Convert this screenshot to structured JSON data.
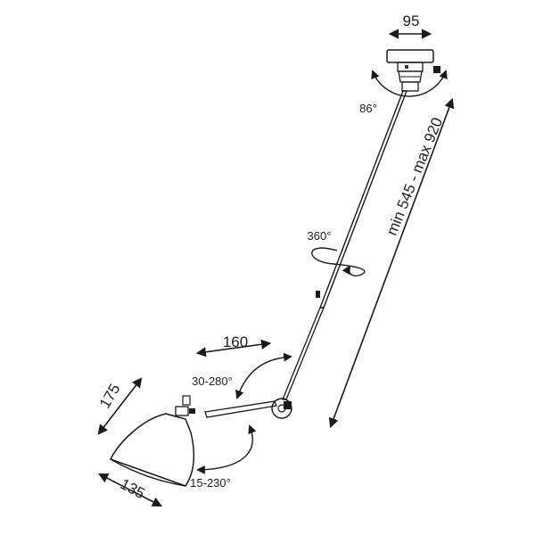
{
  "dimensions": {
    "canopy_width": "95",
    "arm_length": "160",
    "shade_height": "175",
    "shade_diameter": "135",
    "rod_range": "min 545 - max 920"
  },
  "angles": {
    "canopy_tilt": "86°",
    "rod_rotation": "360°",
    "elbow_range": "30-280°",
    "shade_range": "15-230°"
  },
  "colors": {
    "stroke": "#1a1a1a",
    "text": "#222222",
    "background": "#ffffff"
  }
}
